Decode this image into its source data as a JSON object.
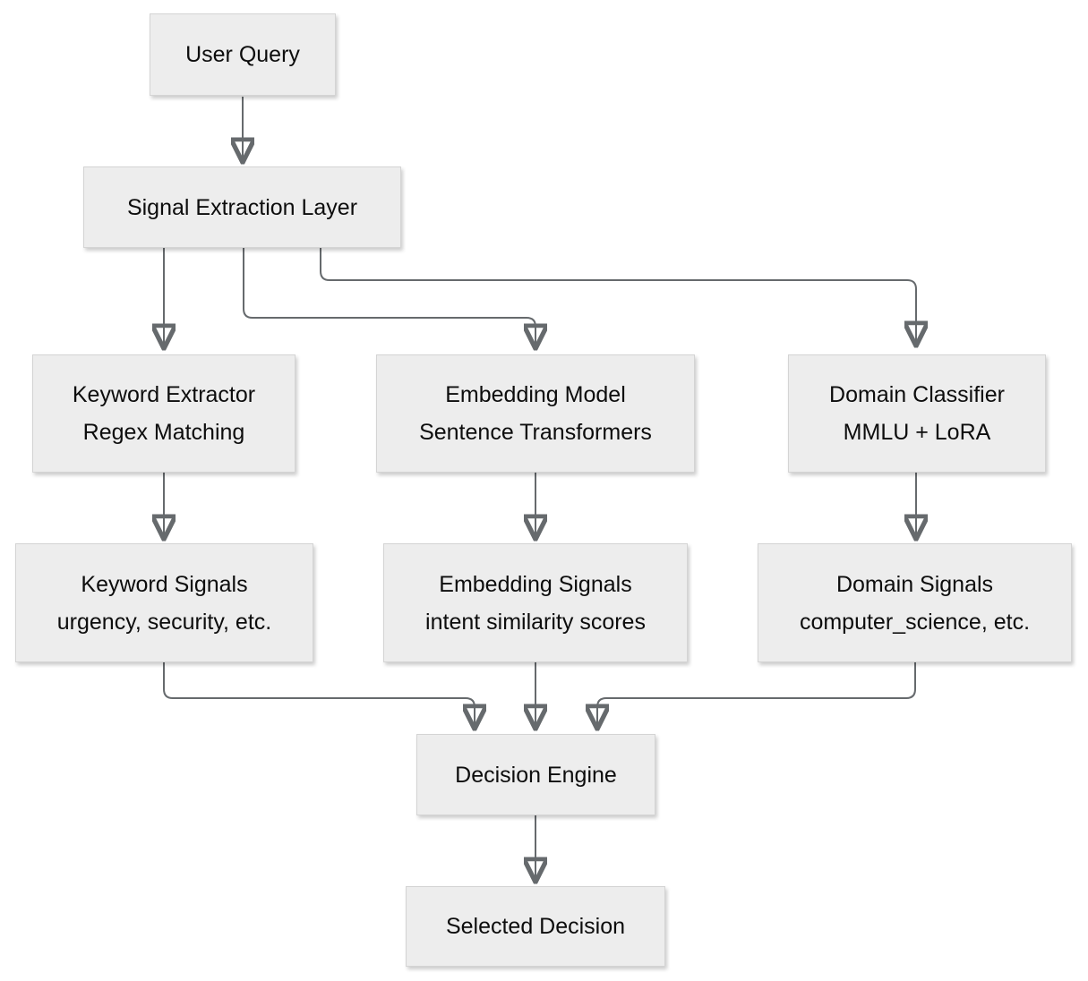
{
  "diagram": {
    "type": "flowchart",
    "colors": {
      "background": "#ffffff",
      "node_fill": "#ededed",
      "node_border": "#d4d4d4",
      "edge": "#666a6d",
      "text": "#0d0d0d"
    },
    "nodes": [
      {
        "id": "user-query",
        "title": "User Query"
      },
      {
        "id": "signal-extraction",
        "title": "Signal Extraction Layer"
      },
      {
        "id": "keyword-extractor",
        "title": "Keyword Extractor",
        "subtitle": "Regex Matching"
      },
      {
        "id": "embedding-model",
        "title": "Embedding Model",
        "subtitle": "Sentence Transformers"
      },
      {
        "id": "domain-classifier",
        "title": "Domain Classifier",
        "subtitle": "MMLU + LoRA"
      },
      {
        "id": "keyword-signals",
        "title": "Keyword Signals",
        "subtitle": "urgency, security, etc."
      },
      {
        "id": "embedding-signals",
        "title": "Embedding Signals",
        "subtitle": "intent similarity scores"
      },
      {
        "id": "domain-signals",
        "title": "Domain Signals",
        "subtitle": "computer_science, etc."
      },
      {
        "id": "decision-engine",
        "title": "Decision Engine"
      },
      {
        "id": "selected-decision",
        "title": "Selected Decision"
      }
    ],
    "edges": [
      {
        "from": "user-query",
        "to": "signal-extraction"
      },
      {
        "from": "signal-extraction",
        "to": "keyword-extractor"
      },
      {
        "from": "signal-extraction",
        "to": "embedding-model"
      },
      {
        "from": "signal-extraction",
        "to": "domain-classifier"
      },
      {
        "from": "keyword-extractor",
        "to": "keyword-signals"
      },
      {
        "from": "embedding-model",
        "to": "embedding-signals"
      },
      {
        "from": "domain-classifier",
        "to": "domain-signals"
      },
      {
        "from": "keyword-signals",
        "to": "decision-engine"
      },
      {
        "from": "embedding-signals",
        "to": "decision-engine"
      },
      {
        "from": "domain-signals",
        "to": "decision-engine"
      },
      {
        "from": "decision-engine",
        "to": "selected-decision"
      }
    ]
  }
}
